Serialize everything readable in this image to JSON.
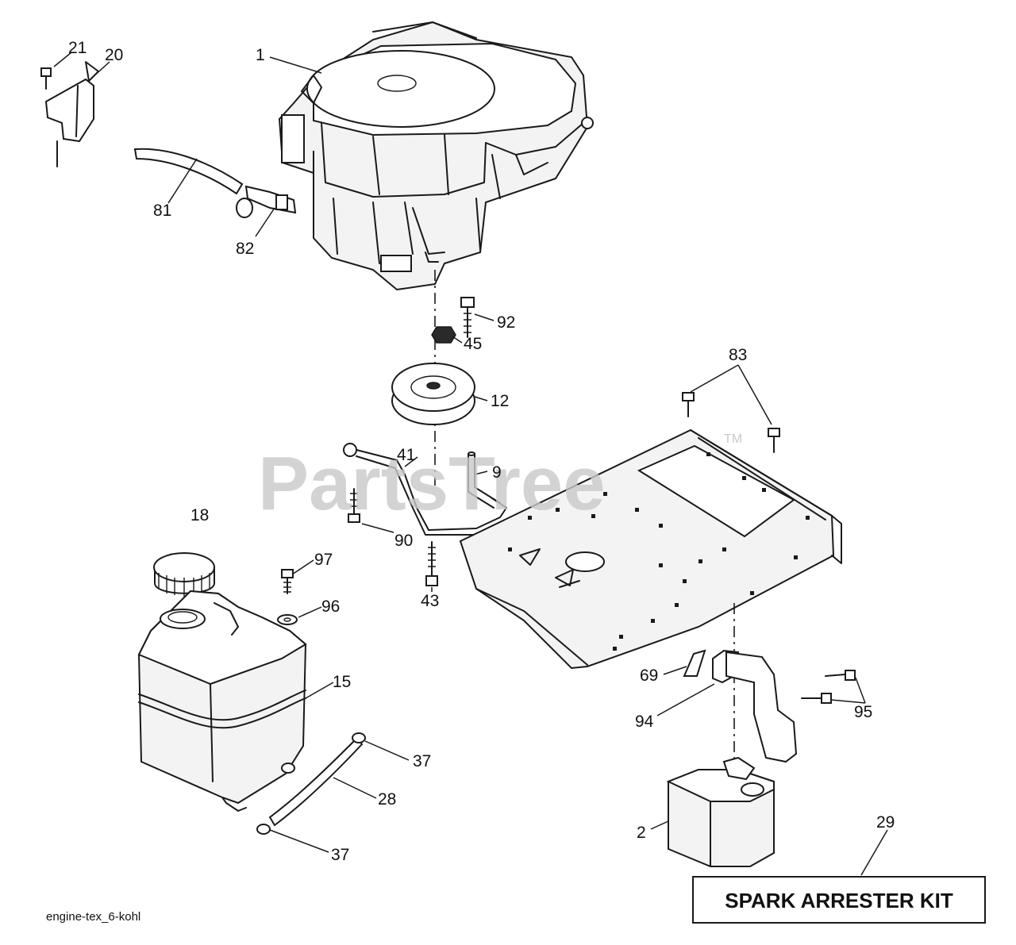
{
  "callouts": {
    "c1": "1",
    "c20": "20",
    "c21": "21",
    "c81": "81",
    "c82": "82",
    "c92": "92",
    "c45": "45",
    "c12": "12",
    "c83": "83",
    "c41": "41",
    "c9": "9",
    "c90": "90",
    "c43": "43",
    "c18": "18",
    "c97": "97",
    "c96": "96",
    "c15": "15",
    "c37a": "37",
    "c28": "28",
    "c37b": "37",
    "c69": "69",
    "c94": "94",
    "c95": "95",
    "c2": "2",
    "c29": "29"
  },
  "kit_label": "SPARK ARRESTER KIT",
  "footer_code": "engine-tex_6-kohl",
  "watermark": {
    "text": "PartsTree",
    "tm": "TM"
  }
}
